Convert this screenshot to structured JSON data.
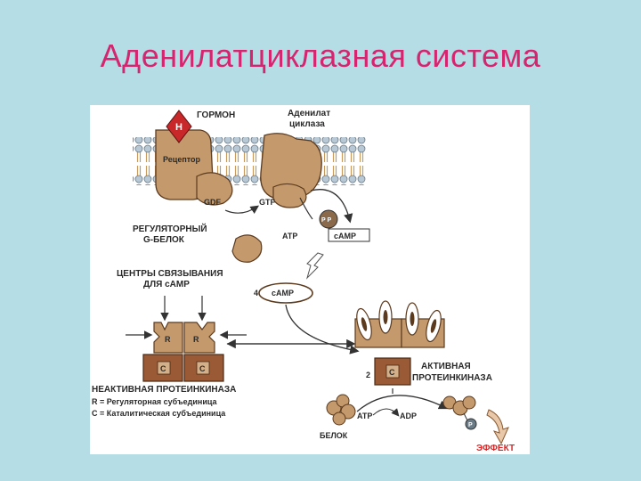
{
  "slide": {
    "title": "Аденилатциклазная система"
  },
  "diagram": {
    "hormone_letter": "H",
    "hormone_label": "ГОРМОН",
    "receptor_label": "Рецептор",
    "cyclase_label_1": "Аденилат",
    "cyclase_label_2": "циклаза",
    "gdp_label": "GDF",
    "gtp_label": "GTF",
    "g_protein_label_1": "РЕГУЛЯТОРНЫЙ",
    "g_protein_label_2": "G-БЕЛОК",
    "atp_top_label": "ATP",
    "pp_label": "P P",
    "camp_top_label": "cAMP",
    "binding_sites_label_1": "ЦЕНТРЫ СВЯЗЫВАНИЯ",
    "binding_sites_label_2": "ДЛЯ cAMP",
    "camp_count": "4",
    "camp_mid_label": "cAMP",
    "r_label": "R",
    "c_label": "C",
    "inactive_kinase_label": "НЕАКТИВНАЯ ПРОТЕИНКИНАЗА",
    "legend_r": "R = Регуляторная субъединица",
    "legend_c": "C = Каталитическая субъединица",
    "active_count": "2",
    "active_kinase_label_1": "АКТИВНАЯ",
    "active_kinase_label_2": "ПРОТЕИНКИНАЗА",
    "atp_bottom_label": "ATP",
    "adp_label": "ADP",
    "protein_label": "БЕЛОК",
    "p_label": "P",
    "effect_label": "ЭФФЕКТ",
    "colors": {
      "hormone": "#c8282a",
      "protein_fill": "#c49a6c",
      "protein_dark": "#8a5a33",
      "membrane_head": "#b8c8d4",
      "membrane_tail": "#d8b88c",
      "effect": "#d62828",
      "arrow": "#333333"
    }
  }
}
